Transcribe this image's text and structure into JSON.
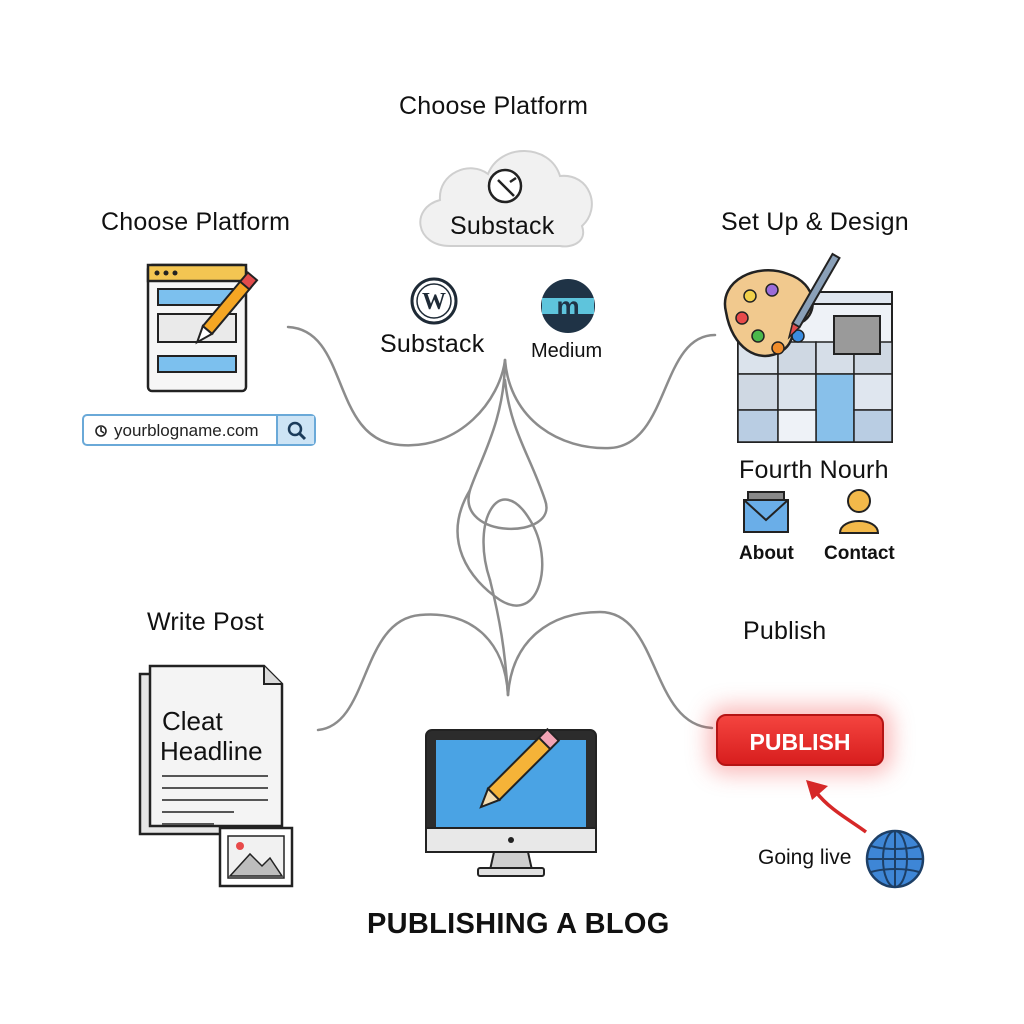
{
  "diagram": {
    "title": "PUBLISHING A BLOG",
    "top_center": {
      "heading": "Choose Platform",
      "cloud_label": "Substack"
    },
    "platforms": [
      {
        "label": "Substack",
        "logo": "wordpress-logo"
      },
      {
        "label": "Medium",
        "logo": "medium-logo"
      }
    ],
    "top_left": {
      "heading": "Choose Platform",
      "url_text": "yourblogname.com"
    },
    "top_right": {
      "heading": "Set Up & Design",
      "sub_heading": "Fourth Nourh",
      "pages": [
        "About",
        "Contact"
      ]
    },
    "bottom_left": {
      "heading": "Write Post",
      "doc_headline_1": "Cleat",
      "doc_headline_2": "Headline"
    },
    "bottom_right": {
      "heading": "Publish",
      "button_label": "PUBLISH",
      "note": "Going live"
    },
    "colors": {
      "line": "#8a8a8a",
      "blue": "#5aa9e6",
      "publish_red": "#e02a2a"
    }
  }
}
